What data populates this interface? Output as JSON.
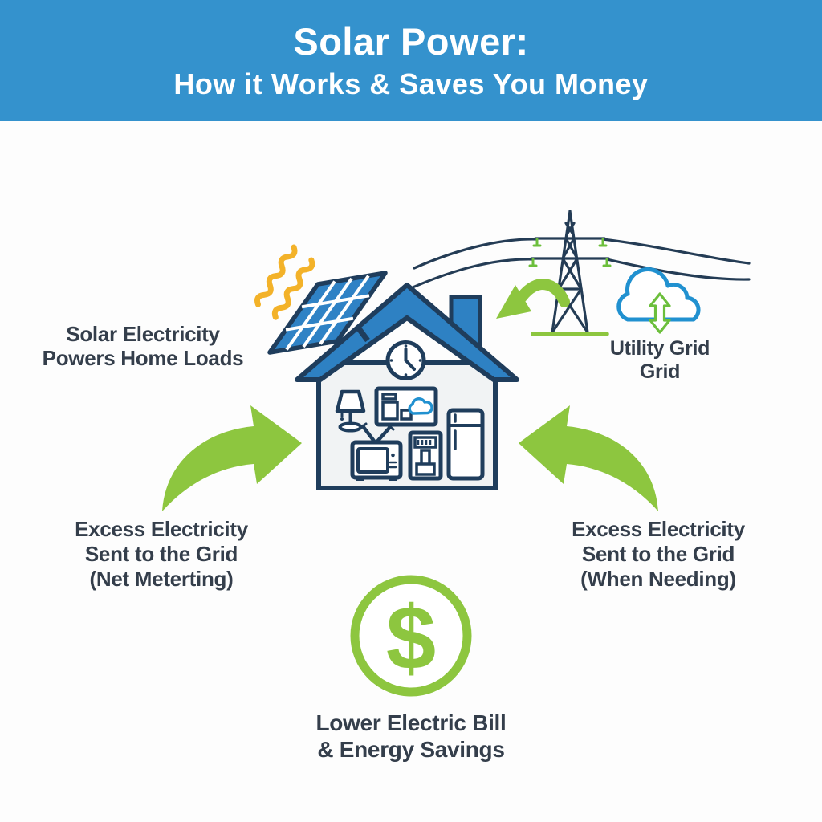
{
  "header": {
    "title": "Solar Power:",
    "subtitle": "How it Works & Saves You Money"
  },
  "labels": {
    "solar_home": {
      "line1": "Solar Electricity",
      "line2": "Powers Home Loads"
    },
    "utility_grid": {
      "line1": "Utility Grid",
      "line2": "Grid"
    },
    "excess_net": {
      "line1": "Excess Electricity",
      "line2": "Sent to the Grid",
      "line3": "(Net Meterting)"
    },
    "excess_need": {
      "line1": "Excess Electricity",
      "line2": "Sent to the Grid",
      "line3": "(When Needing)"
    },
    "savings": {
      "line1": "Lower Electric Bill",
      "line2": "& Energy Savings",
      "symbol": "$"
    }
  },
  "icons": [
    "sun-rays-icon",
    "solar-panel-icon",
    "house-icon",
    "chimney",
    "clock-icon",
    "lamp-icon",
    "energy-dashboard-icon",
    "cloud-icon",
    "tv-icon",
    "appliance-icon",
    "fridge-icon",
    "transmission-tower-icon",
    "power-lines",
    "grid-cloud-icon",
    "updown-arrow-icon",
    "curved-arrow-left-icon",
    "curved-arrow-right-icon",
    "curved-arrow-grid-icon",
    "dollar-icon"
  ],
  "colors": {
    "header_blue": "#3492cd",
    "roof_blue": "#2e81c3",
    "outline_navy": "#1f3d5c",
    "text_dark": "#343e4b",
    "green": "#8dc63f",
    "sun_yellow": "#f3b229",
    "cloud_blue": "#2191d0",
    "background": "#fdfdfd"
  }
}
